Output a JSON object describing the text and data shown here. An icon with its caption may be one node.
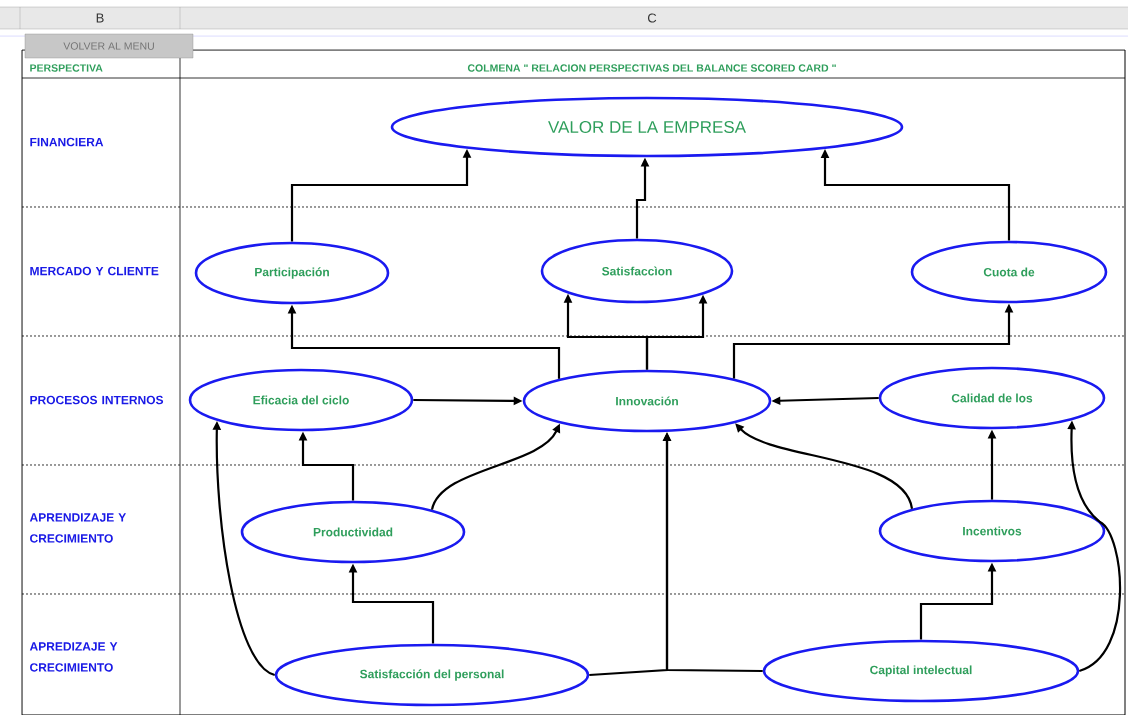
{
  "diagram": {
    "title": "COLMENA \" RELACION PERSPECTIVAS DEL BALANCE SCORED CARD \"",
    "nodes": [
      {
        "text": [
          "VALOR DE LA EMPRESA"
        ]
      },
      {
        "text": [
          "Participación"
        ]
      },
      {
        "text": [
          "Satisfaccìon"
        ]
      },
      {
        "text": [
          "Cuota de"
        ]
      },
      {
        "text": [
          "Eficacia del ciclo"
        ]
      },
      {
        "text": [
          "Innovación"
        ]
      },
      {
        "text": [
          "Calidad de los"
        ]
      },
      {
        "text": [
          "Productividad"
        ]
      },
      {
        "text": [
          "Incentivos"
        ]
      },
      {
        "text": [
          "Satisfacción del personal"
        ]
      },
      {
        "text": [
          "Capital intelectual"
        ]
      }
    ],
    "edges": [
      {
        "from": 1,
        "to": 0,
        "arrow": "to"
      },
      {
        "from": 2,
        "to": 0,
        "arrow": "to"
      },
      {
        "from": 3,
        "to": 0,
        "arrow": "to"
      },
      {
        "from": 5,
        "to": 1,
        "arrow": "to"
      },
      {
        "from": 5,
        "to": 2,
        "arrow": "to"
      },
      {
        "from": 5,
        "to": 2,
        "arrow": "to"
      },
      {
        "from": 5,
        "to": 3,
        "arrow": "to"
      },
      {
        "from": 4,
        "to": 5,
        "arrow": "to"
      },
      {
        "from": 6,
        "to": 5,
        "arrow": "to"
      },
      {
        "from": 7,
        "to": 4,
        "arrow": "to"
      },
      {
        "from": 7,
        "to": 5,
        "arrow": "to"
      },
      {
        "from": 8,
        "to": 6,
        "arrow": "to"
      },
      {
        "from": 8,
        "to": 5,
        "arrow": "to"
      },
      {
        "from": 9,
        "to": 7,
        "arrow": "to"
      },
      {
        "from": 9,
        "to": 4,
        "arrow": "to"
      },
      {
        "from": 10,
        "to": 8,
        "arrow": "to"
      },
      {
        "from": 10,
        "to": 6,
        "arrow": "to"
      },
      {
        "from": 9,
        "to": 5,
        "arrow": "to"
      },
      {
        "from": 10,
        "to": 5,
        "arrow": "to"
      }
    ],
    "labels": [
      "B",
      "C",
      "VOLVER AL MENU",
      "PERSPECTIVA",
      "FINANCIERA",
      "MERCADO Y CLIENTE",
      "PROCESOS INTERNOS",
      "APRENDIZAJE Y CRECIMIENTO",
      "APREDIZAJE Y CRECIMIENTO"
    ]
  }
}
